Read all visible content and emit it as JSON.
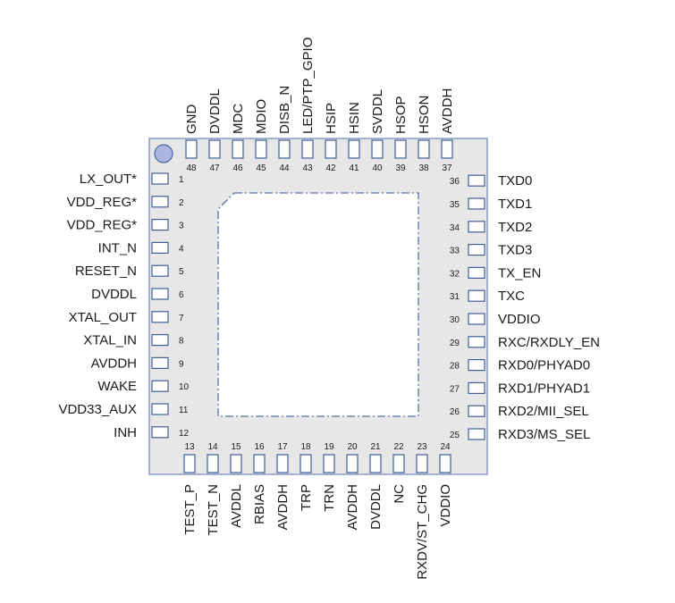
{
  "colors": {
    "body_fill": "#e7e7e7",
    "outline": "#6d86b8",
    "pad_stroke": "#3f5f95",
    "pin1_marker": "#a9b6e0",
    "text": "#1a1a1a"
  },
  "pins": {
    "left": [
      {
        "num": "1",
        "name": "LX_OUT*"
      },
      {
        "num": "2",
        "name": "VDD_REG*"
      },
      {
        "num": "3",
        "name": "VDD_REG*"
      },
      {
        "num": "4",
        "name": "INT_N"
      },
      {
        "num": "5",
        "name": "RESET_N"
      },
      {
        "num": "6",
        "name": "DVDDL"
      },
      {
        "num": "7",
        "name": "XTAL_OUT"
      },
      {
        "num": "8",
        "name": "XTAL_IN"
      },
      {
        "num": "9",
        "name": "AVDDH"
      },
      {
        "num": "10",
        "name": "WAKE"
      },
      {
        "num": "11",
        "name": "VDD33_AUX"
      },
      {
        "num": "12",
        "name": "INH"
      }
    ],
    "bottom": [
      {
        "num": "13",
        "name": "TEST_P"
      },
      {
        "num": "14",
        "name": "TEST_N"
      },
      {
        "num": "15",
        "name": "AVDDL"
      },
      {
        "num": "16",
        "name": "RBIAS"
      },
      {
        "num": "17",
        "name": "AVDDH"
      },
      {
        "num": "18",
        "name": "TRP"
      },
      {
        "num": "19",
        "name": "TRN"
      },
      {
        "num": "20",
        "name": "AVDDH"
      },
      {
        "num": "21",
        "name": "DVDDL"
      },
      {
        "num": "22",
        "name": "NC"
      },
      {
        "num": "23",
        "name": "RXDV/ST_CHG"
      },
      {
        "num": "24",
        "name": "VDDIO"
      }
    ],
    "right": [
      {
        "num": "25",
        "name": "RXD3/MS_SEL"
      },
      {
        "num": "26",
        "name": "RXD2/MII_SEL"
      },
      {
        "num": "27",
        "name": "RXD1/PHYAD1"
      },
      {
        "num": "28",
        "name": "RXD0/PHYAD0"
      },
      {
        "num": "29",
        "name": "RXC/RXDLY_EN"
      },
      {
        "num": "30",
        "name": "VDDIO"
      },
      {
        "num": "31",
        "name": "TXC"
      },
      {
        "num": "32",
        "name": "TX_EN"
      },
      {
        "num": "33",
        "name": "TXD3"
      },
      {
        "num": "34",
        "name": "TXD2"
      },
      {
        "num": "35",
        "name": "TXD1"
      },
      {
        "num": "36",
        "name": "TXD0"
      }
    ],
    "top": [
      {
        "num": "37",
        "name": "AVDDH"
      },
      {
        "num": "38",
        "name": "HSON"
      },
      {
        "num": "39",
        "name": "HSOP"
      },
      {
        "num": "40",
        "name": "SVDDL"
      },
      {
        "num": "41",
        "name": "HSIN"
      },
      {
        "num": "42",
        "name": "HSIP"
      },
      {
        "num": "43",
        "name": "LED/PTP_GPIO"
      },
      {
        "num": "44",
        "name": "DISB_N"
      },
      {
        "num": "45",
        "name": "MDIO"
      },
      {
        "num": "46",
        "name": "MDC"
      },
      {
        "num": "47",
        "name": "DVDDL"
      },
      {
        "num": "48",
        "name": "GND"
      }
    ]
  }
}
